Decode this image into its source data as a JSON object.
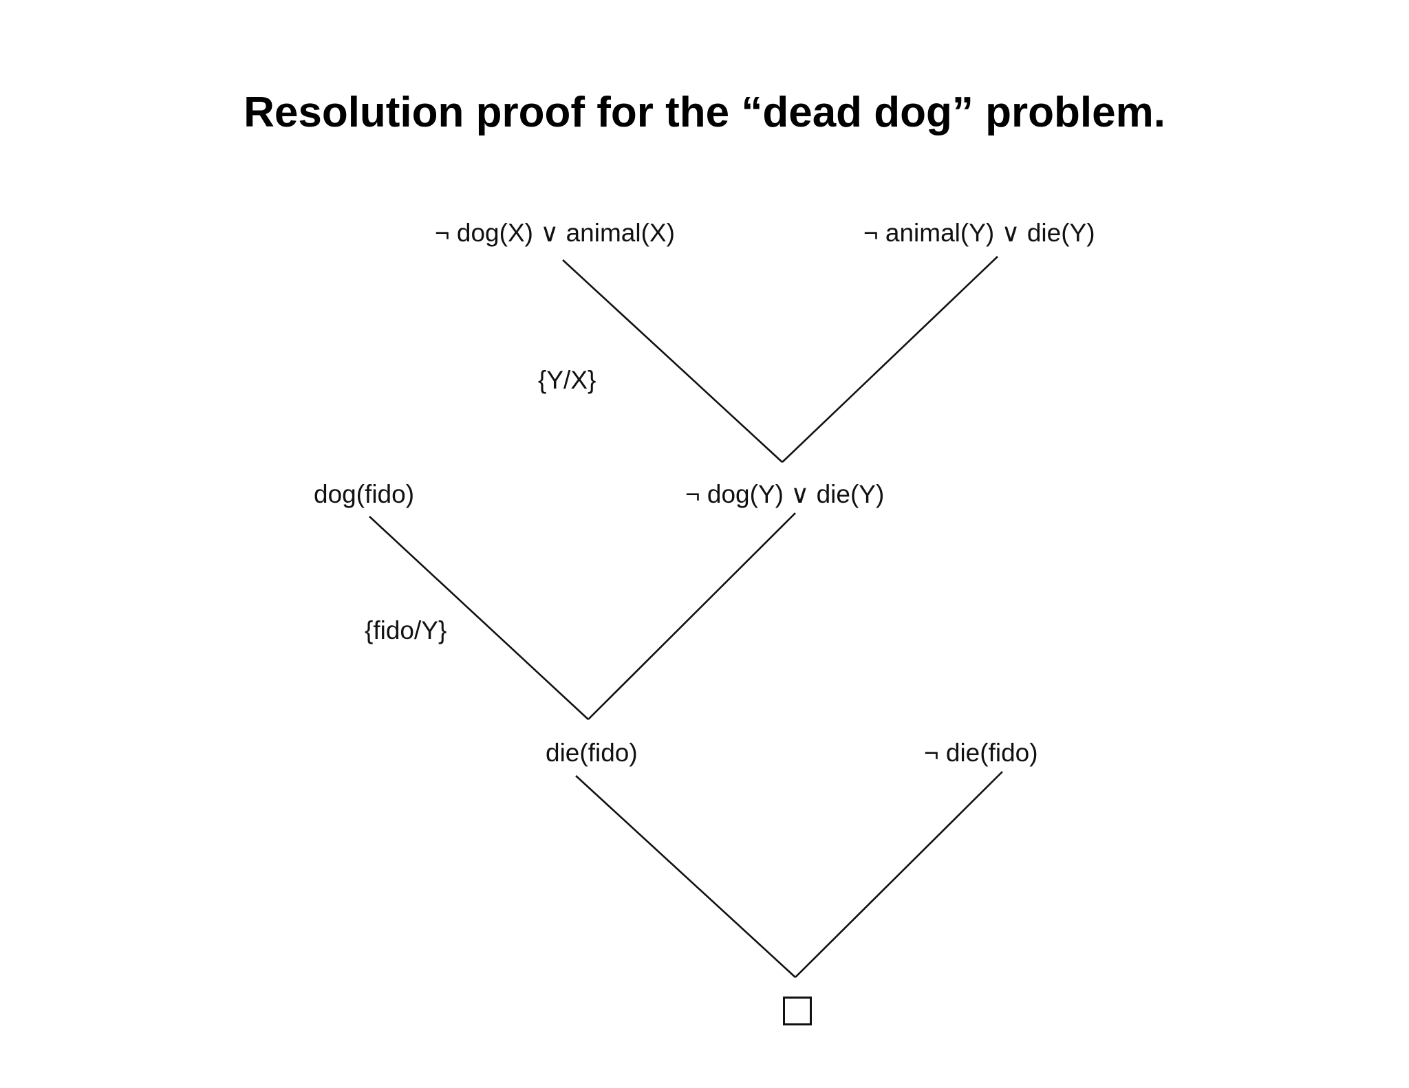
{
  "title": "Resolution proof for the “dead dog” problem.",
  "clauses": {
    "c1": "¬ dog(X) ∨ animal(X)",
    "c2": "¬ animal(Y) ∨ die(Y)",
    "c3": "dog(fido)",
    "c4": "¬ dog(Y) ∨ die(Y)",
    "c5": "die(fido)",
    "c6": "¬ die(fido)"
  },
  "substitutions": {
    "s1": "{Y/X}",
    "s2": "{fido/Y}"
  }
}
